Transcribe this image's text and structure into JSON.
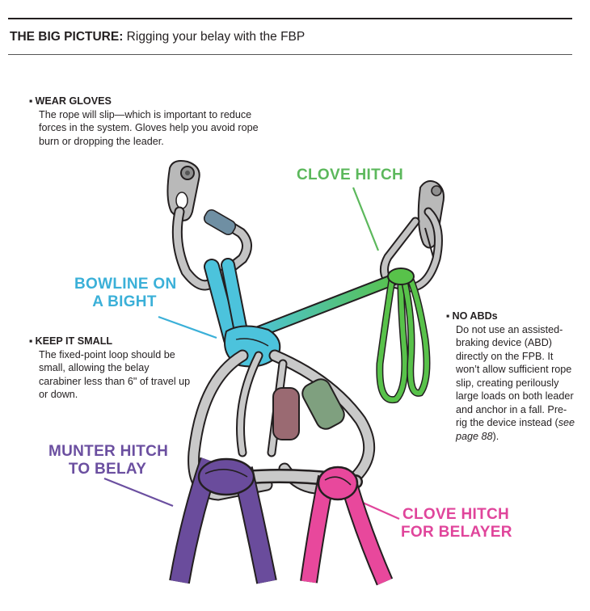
{
  "header": {
    "title_bold": "THE BIG PICTURE:",
    "title_rest": " Rigging your belay with the FBP"
  },
  "notes": {
    "gloves": {
      "heading": "WEAR GLOVES",
      "body": "The rope will slip—which is important to reduce forces in the system. Gloves help you avoid rope burn or dropping the leader."
    },
    "small": {
      "heading": "KEEP IT SMALL",
      "body": "The fixed-point loop should be small, allowing the belay carabiner less than 6\" of travel up or down."
    },
    "abd": {
      "heading": "NO ABDs",
      "body_pre": "Do not use an assisted-braking device (ABD) directly on the FPB. It won’t allow sufficient rope slip, creating perilously large loads on both leader and anchor in a fall. Pre-rig the device instead (",
      "body_italic": "see page 88",
      "body_post": ")."
    }
  },
  "callouts": {
    "clove_hitch": {
      "line1": "CLOVE HITCH",
      "color": "#5cb85c"
    },
    "bowline": {
      "line1": "BOWLINE ON",
      "line2": "A BIGHT",
      "color": "#3bb0d8"
    },
    "munter": {
      "line1": "MUNTER HITCH",
      "line2": "TO BELAY",
      "color": "#6b4fa0"
    },
    "clove_belayer": {
      "line1": "CLOVE HITCH",
      "line2": "FOR BELAYER",
      "color": "#e0459b"
    }
  },
  "colors": {
    "rope_cyan": "#4cc3dc",
    "rope_green": "#58c24a",
    "rope_purple": "#6a4c9c",
    "rope_pink": "#e8489c",
    "metal": "#b9b9b9",
    "gate_blue": "#6f8fa3",
    "gate_mauve": "#9a6a72",
    "gate_green": "#7fa07f"
  },
  "icons": [
    "bolt-hanger-icon",
    "carabiner-icon",
    "rope-icon"
  ]
}
